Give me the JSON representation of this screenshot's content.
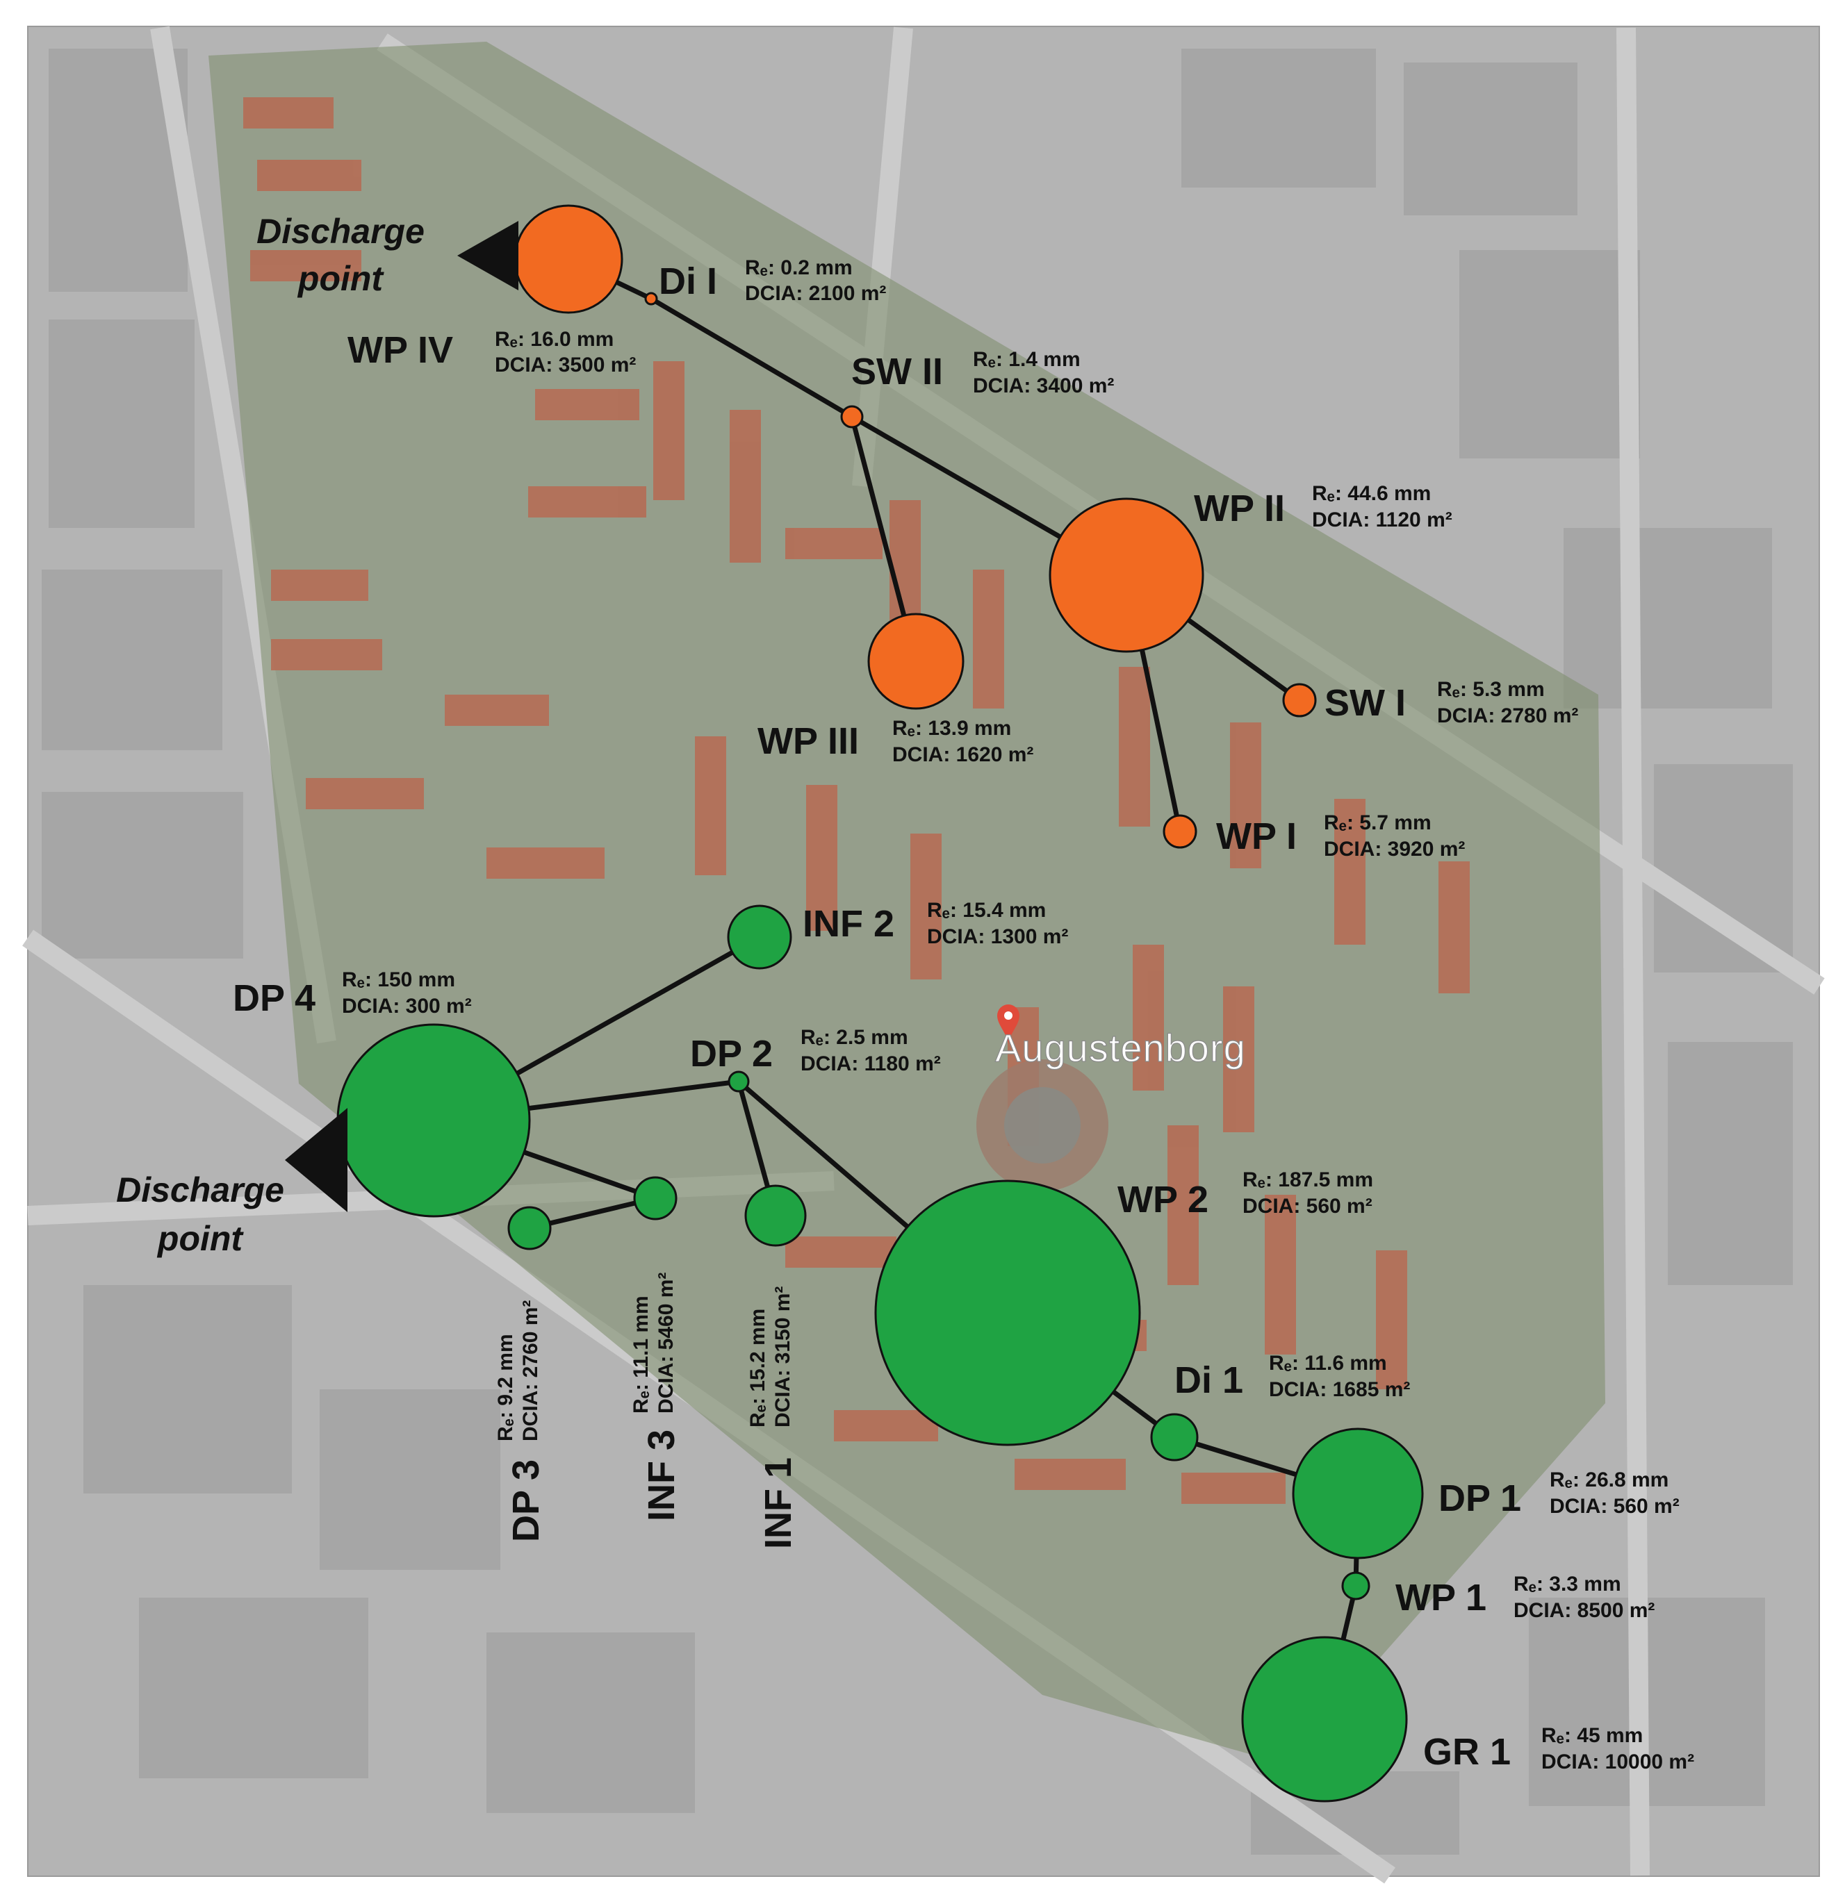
{
  "colors": {
    "retrofit_orange": "#f26a21",
    "green_infra": "#1fa343",
    "link": "#111111"
  },
  "place_label": "Augustenborg",
  "discharge_points": [
    {
      "id": "top",
      "line1": "Discharge",
      "line2": "point"
    },
    {
      "id": "bottom",
      "line1": "Discharge",
      "line2": "point"
    }
  ],
  "nodes": [
    {
      "id": "WP IV",
      "group": "orange",
      "re_label": "Rₑ: 16.0 mm",
      "dcia_label": "DCIA: 3500 m²"
    },
    {
      "id": "Di I",
      "group": "orange",
      "re_label": "Rₑ: 0.2 mm",
      "dcia_label": "DCIA: 2100 m²"
    },
    {
      "id": "SW II",
      "group": "orange",
      "re_label": "Rₑ: 1.4 mm",
      "dcia_label": "DCIA: 3400 m²"
    },
    {
      "id": "WP II",
      "group": "orange",
      "re_label": "Rₑ: 44.6 mm",
      "dcia_label": "DCIA: 1120 m²"
    },
    {
      "id": "WP III",
      "group": "orange",
      "re_label": "Rₑ: 13.9 mm",
      "dcia_label": "DCIA: 1620 m²"
    },
    {
      "id": "SW I",
      "group": "orange",
      "re_label": "Rₑ: 5.3 mm",
      "dcia_label": "DCIA: 2780 m²"
    },
    {
      "id": "WP I",
      "group": "orange",
      "re_label": "Rₑ: 5.7 mm",
      "dcia_label": "DCIA: 3920 m²"
    },
    {
      "id": "INF 2",
      "group": "green",
      "re_label": "Rₑ: 15.4 mm",
      "dcia_label": "DCIA: 1300 m²"
    },
    {
      "id": "DP 4",
      "group": "green",
      "re_label": "Rₑ: 150 mm",
      "dcia_label": "DCIA: 300 m²"
    },
    {
      "id": "DP 2",
      "group": "green",
      "re_label": "Rₑ: 2.5 mm",
      "dcia_label": "DCIA: 1180 m²"
    },
    {
      "id": "WP 2",
      "group": "green",
      "re_label": "Rₑ: 187.5 mm",
      "dcia_label": "DCIA: 560 m²"
    },
    {
      "id": "DP 3",
      "group": "green",
      "re_label": "Rₑ: 9.2 mm",
      "dcia_label": "DCIA: 2760 m²"
    },
    {
      "id": "INF 3",
      "group": "green",
      "re_label": "Rₑ: 11.1 mm",
      "dcia_label": "DCIA: 5460 m²"
    },
    {
      "id": "INF 1",
      "group": "green",
      "re_label": "Rₑ: 15.2 mm",
      "dcia_label": "DCIA: 3150 m²"
    },
    {
      "id": "Di 1",
      "group": "green",
      "re_label": "Rₑ: 11.6 mm",
      "dcia_label": "DCIA: 1685 m²"
    },
    {
      "id": "DP 1",
      "group": "green",
      "re_label": "Rₑ: 26.8 mm",
      "dcia_label": "DCIA: 560 m²"
    },
    {
      "id": "WP 1",
      "group": "green",
      "re_label": "Rₑ: 3.3 mm",
      "dcia_label": "DCIA: 8500 m²"
    },
    {
      "id": "GR 1",
      "group": "green",
      "re_label": "Rₑ: 45 mm",
      "dcia_label": "DCIA: 10000 m²"
    }
  ],
  "links": [
    [
      "WP IV",
      "Di I"
    ],
    [
      "Di I",
      "SW II"
    ],
    [
      "SW II",
      "WP II"
    ],
    [
      "SW II",
      "WP III"
    ],
    [
      "WP II",
      "SW I"
    ],
    [
      "WP II",
      "WP I"
    ],
    [
      "DP 4",
      "INF 2"
    ],
    [
      "DP 4",
      "DP 2"
    ],
    [
      "DP 4",
      "INF 3"
    ],
    [
      "INF 3",
      "DP 3"
    ],
    [
      "DP 2",
      "INF 1"
    ],
    [
      "DP 2",
      "WP 2"
    ],
    [
      "WP 2",
      "Di 1"
    ],
    [
      "Di 1",
      "DP 1"
    ],
    [
      "DP 1",
      "WP 1"
    ],
    [
      "WP 1",
      "GR 1"
    ]
  ]
}
